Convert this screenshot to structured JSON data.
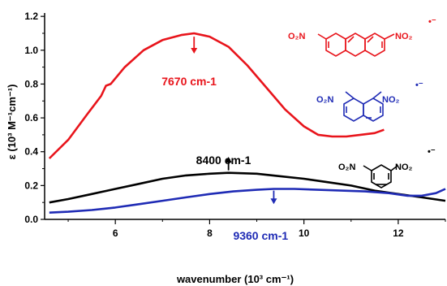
{
  "chart_data": {
    "type": "line",
    "xlabel": "wavenumber (10³ cm⁻¹)",
    "ylabel": "ε (10³ M⁻¹cm⁻¹)",
    "xlim": [
      4.5,
      13.0
    ],
    "ylim": [
      0.0,
      1.22
    ],
    "x_ticks": [
      6,
      8,
      10,
      12
    ],
    "y_ticks": [
      0.0,
      0.2,
      0.4,
      0.6,
      0.8,
      1.0,
      1.2
    ],
    "x_tick_labels": [
      "6",
      "8",
      "10",
      "12"
    ],
    "y_tick_labels": [
      "0.0",
      "0.2",
      "0.4",
      "0.6",
      "0.8",
      "1.0",
      "1.2"
    ],
    "grid": false,
    "series": [
      {
        "color": "#e8141b",
        "x": [
          4.6,
          5.0,
          5.4,
          5.7,
          5.8,
          5.9,
          6.2,
          6.6,
          7.0,
          7.4,
          7.67,
          8.0,
          8.4,
          8.8,
          9.2,
          9.6,
          10.0,
          10.3,
          10.6,
          10.9,
          11.2,
          11.5,
          11.7
        ],
        "y": [
          0.36,
          0.47,
          0.62,
          0.73,
          0.79,
          0.8,
          0.9,
          1.0,
          1.06,
          1.09,
          1.1,
          1.08,
          1.02,
          0.91,
          0.78,
          0.65,
          0.55,
          0.5,
          0.49,
          0.49,
          0.5,
          0.51,
          0.53
        ]
      },
      {
        "color": "#000000",
        "x": [
          4.6,
          5.0,
          5.5,
          6.0,
          6.5,
          7.0,
          7.5,
          8.0,
          8.4,
          9.0,
          9.5,
          10.0,
          10.5,
          11.0,
          11.5,
          12.0,
          12.5,
          13.0
        ],
        "y": [
          0.1,
          0.12,
          0.15,
          0.18,
          0.21,
          0.24,
          0.26,
          0.27,
          0.275,
          0.27,
          0.255,
          0.24,
          0.22,
          0.2,
          0.17,
          0.15,
          0.13,
          0.11
        ]
      },
      {
        "color": "#1f2bb5",
        "x": [
          4.6,
          5.0,
          5.5,
          6.0,
          6.5,
          7.0,
          7.5,
          8.0,
          8.5,
          9.0,
          9.36,
          9.8,
          10.3,
          10.8,
          11.3,
          11.8,
          12.2,
          12.5,
          12.8,
          13.0
        ],
        "y": [
          0.04,
          0.045,
          0.055,
          0.07,
          0.09,
          0.11,
          0.13,
          0.15,
          0.165,
          0.175,
          0.18,
          0.18,
          0.175,
          0.17,
          0.165,
          0.155,
          0.14,
          0.14,
          0.155,
          0.18
        ]
      }
    ],
    "annotations": [
      {
        "text": "7670 cm-1",
        "color": "#e8141b",
        "arrow_x": 7.67,
        "arrow_from": 1.08,
        "arrow_to": 0.98
      },
      {
        "text": "8400 cm-1",
        "color": "#000000",
        "arrow_x": 8.4,
        "arrow_from": 0.29,
        "arrow_to": 0.37
      },
      {
        "text": "9360 cm-1",
        "color": "#1f2bb5",
        "arrow_x": 9.36,
        "arrow_from": 0.17,
        "arrow_to": 0.09
      }
    ],
    "molecules": [
      {
        "name": "2,7-dinitroanthracene radical anion",
        "color": "#e8141b",
        "labels": [
          "O₂N",
          "NO₂"
        ],
        "charge": "•⁻"
      },
      {
        "name": "2,7-dinitronaphthalene radical anion",
        "color": "#1f2bb5",
        "labels": [
          "O₂N",
          "NO₂"
        ],
        "charge": "•⁻"
      },
      {
        "name": "1,3-dinitrobenzene radical anion",
        "color": "#000000",
        "labels": [
          "O₂N",
          "NO₂"
        ],
        "charge": "•⁻"
      }
    ]
  }
}
